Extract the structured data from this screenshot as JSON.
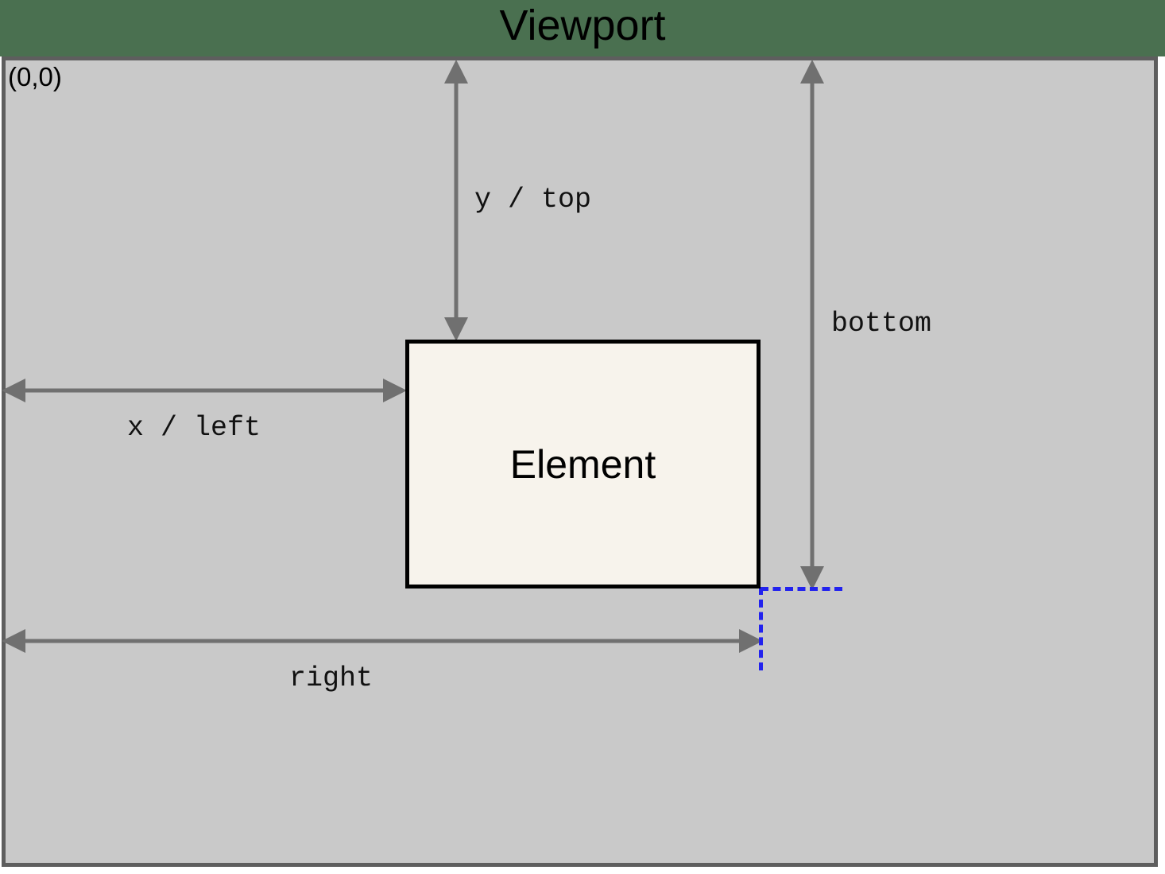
{
  "header": {
    "title": "Viewport",
    "background_color": "#4a7050",
    "text_color": "#000000"
  },
  "viewport": {
    "origin_label": "(0,0)",
    "background_color": "#c9c9c9",
    "border_color": "#5e5e5e"
  },
  "element": {
    "label": "Element",
    "fill_color": "#f7f3ec",
    "border_color": "#000000"
  },
  "measurements": {
    "arrow_color": "#707070",
    "guide_color": "#2222ee",
    "items": [
      {
        "id": "y-top",
        "label": "y / top",
        "orientation": "vertical",
        "from": "viewport-top",
        "to": "element-top"
      },
      {
        "id": "bottom",
        "label": "bottom",
        "orientation": "vertical",
        "from": "viewport-top",
        "to": "element-bottom"
      },
      {
        "id": "x-left",
        "label": "x / left",
        "orientation": "horizontal",
        "from": "viewport-left",
        "to": "element-left"
      },
      {
        "id": "right",
        "label": "right",
        "orientation": "horizontal",
        "from": "viewport-left",
        "to": "element-right"
      }
    ]
  }
}
